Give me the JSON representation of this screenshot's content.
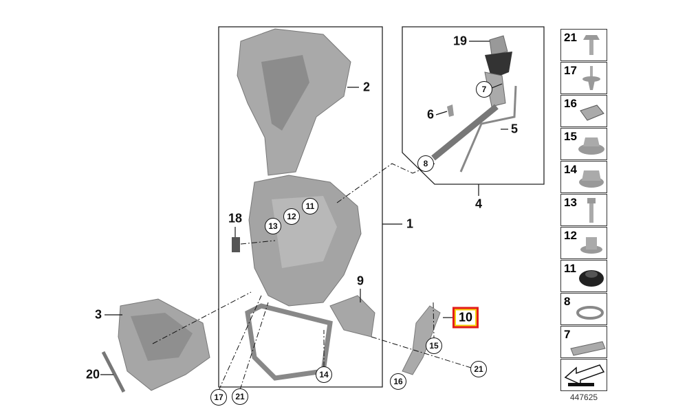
{
  "diagram_id": "447625",
  "callouts_plain": [
    {
      "id": "c2",
      "text": "2"
    },
    {
      "id": "c1",
      "text": "1"
    },
    {
      "id": "c3",
      "text": "3"
    },
    {
      "id": "c18",
      "text": "18"
    },
    {
      "id": "c9",
      "text": "9"
    },
    {
      "id": "c20",
      "text": "20"
    },
    {
      "id": "c19",
      "text": "19"
    },
    {
      "id": "c6",
      "text": "6"
    },
    {
      "id": "c5",
      "text": "5"
    },
    {
      "id": "c4",
      "text": "4"
    }
  ],
  "callouts_circled": [
    {
      "text": "11"
    },
    {
      "text": "12"
    },
    {
      "text": "13"
    },
    {
      "text": "7"
    },
    {
      "text": "8"
    },
    {
      "text": "15"
    },
    {
      "text": "14"
    },
    {
      "text": "21"
    },
    {
      "text": "16"
    },
    {
      "text": "17"
    },
    {
      "text": "21"
    }
  ],
  "highlighted_callout": {
    "text": "10",
    "border_color": "#e21b1b",
    "inner_color": "#f5d20a"
  },
  "parts_list": [
    "21",
    "17",
    "16",
    "15",
    "14",
    "13",
    "12",
    "11",
    "8",
    "7"
  ],
  "colors": {
    "part_gray": "#a8a8a8",
    "line": "#111111"
  }
}
